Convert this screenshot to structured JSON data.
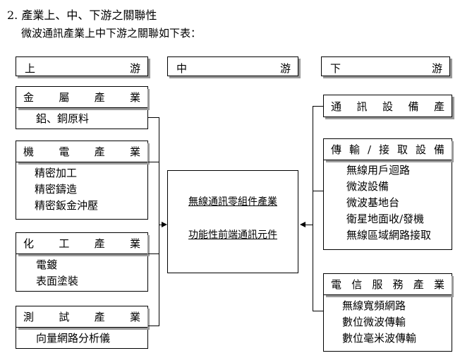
{
  "heading": "2. 產業上、中、下游之關聯性",
  "subheading": "微波通訊產業上中下游之關聯如下表：",
  "headers": {
    "upstream": {
      "left": "上",
      "right": "游"
    },
    "midstream": {
      "left": "中",
      "right": "游"
    },
    "downstream": {
      "left": "下",
      "right": "游"
    }
  },
  "upstream_boxes": [
    {
      "title": [
        "金",
        "屬",
        "產",
        "業"
      ],
      "items": [
        "鋁、銅原料"
      ]
    },
    {
      "title": [
        "機",
        "電",
        "產",
        "業"
      ],
      "items": [
        "精密加工",
        "精密鑄造",
        "精密鈑金沖壓"
      ]
    },
    {
      "title": [
        "化",
        "工",
        "產",
        "業"
      ],
      "items": [
        "電鍍",
        "表面塗裝"
      ]
    },
    {
      "title": [
        "測",
        "試",
        "產",
        "業"
      ],
      "items": [
        "向量網路分析儀"
      ]
    }
  ],
  "midstream_box": {
    "lines": [
      "無線通訊零組件產業",
      "功能性前端通訊元件"
    ]
  },
  "downstream_boxes": [
    {
      "title": [
        "通",
        "訊",
        "設",
        "備",
        "產"
      ],
      "items": []
    },
    {
      "title": [
        "傳",
        "輸",
        "/",
        "接",
        "取",
        "設",
        "備"
      ],
      "items": [
        "無線用戶迴路",
        "微波設備",
        "微波基地台",
        "衛星地面收/發機",
        "無線區域網路接取"
      ]
    },
    {
      "title": [
        "電",
        "信",
        "服",
        "務",
        "產",
        "業"
      ],
      "items": [
        "無線寬頻網路",
        "數位微波傳輸",
        "數位毫米波傳輸"
      ]
    }
  ]
}
